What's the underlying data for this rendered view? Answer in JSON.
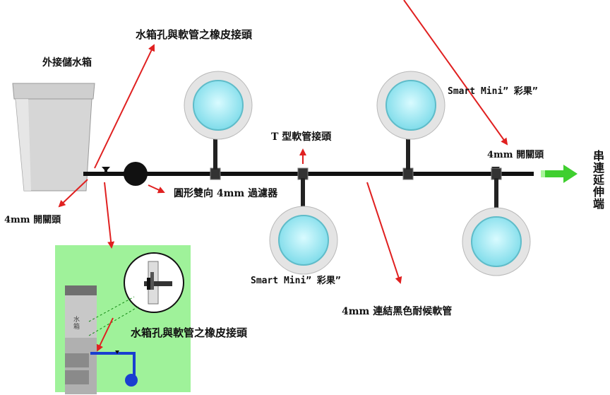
{
  "labels": {
    "external_tank": "外接儲水箱",
    "grommet_top": "水箱孔與軟管之橡皮接頭",
    "valve_left": "4mm 開關頭",
    "filter": "圓形雙向 4mm 過濾器",
    "t_connector": "T 型軟管接頭",
    "valve_right": "4mm 開關頭",
    "smart_mini_top": "Smart Mini” 彩果”",
    "smart_mini_bottom": "Smart Mini” 彩果”",
    "hose": "4mm 連結黑色耐候軟管",
    "extend_end": "串連延伸端",
    "grommet_inset": "水箱孔與軟管之橡皮接頭",
    "inset_tank_text": "水箱"
  },
  "colors": {
    "arrow_red": "#e02020",
    "pipe": "#111111",
    "tank_gray": "#d2d2d2",
    "dish_rim": "#e4e4e4",
    "dish_water": "#8fe3f0",
    "inset_bg": "#9ff29a",
    "extend_arrow": "#3fcf2f",
    "inset_pipe": "#1a3fd0"
  },
  "icons": [
    "extend-arrow-icon",
    "valve-icon",
    "filter-icon"
  ]
}
